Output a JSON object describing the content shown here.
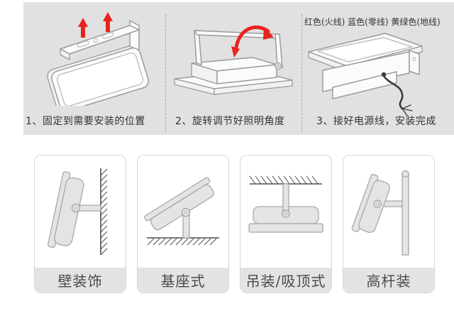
{
  "installation_steps": {
    "wire_color_note": "红色(火线) 蓝色(零线) 黄绿色(地线)",
    "steps": [
      {
        "caption": "1、固定到需要安装的位置",
        "illustration": "panel-light-lift-arrows"
      },
      {
        "caption": "2、旋转调节好照明角度",
        "illustration": "floodlight-rotation-arrow"
      },
      {
        "caption": "3、接好电源线，安装完成",
        "illustration": "floodlight-power-wire"
      }
    ]
  },
  "mount_types": [
    {
      "label": "壁装饰",
      "illustration": "wall-mount"
    },
    {
      "label": "基座式",
      "illustration": "base-mount"
    },
    {
      "label": "吊装/吸顶式",
      "illustration": "ceiling-mount"
    },
    {
      "label": "高杆装",
      "illustration": "pole-mount"
    }
  ],
  "colors": {
    "panel_background": "#e1e1e1",
    "arrow_red": "#e8231d",
    "outline_gray": "#9b9b9b",
    "structure_dark": "#4f4f4f",
    "lamp_fill": "#e4e4e4",
    "wire_black": "#3c3c3c",
    "card_label_background": "#e3e3e3",
    "caption_text": "#333333",
    "card_label_text": "#4a4a4a"
  }
}
